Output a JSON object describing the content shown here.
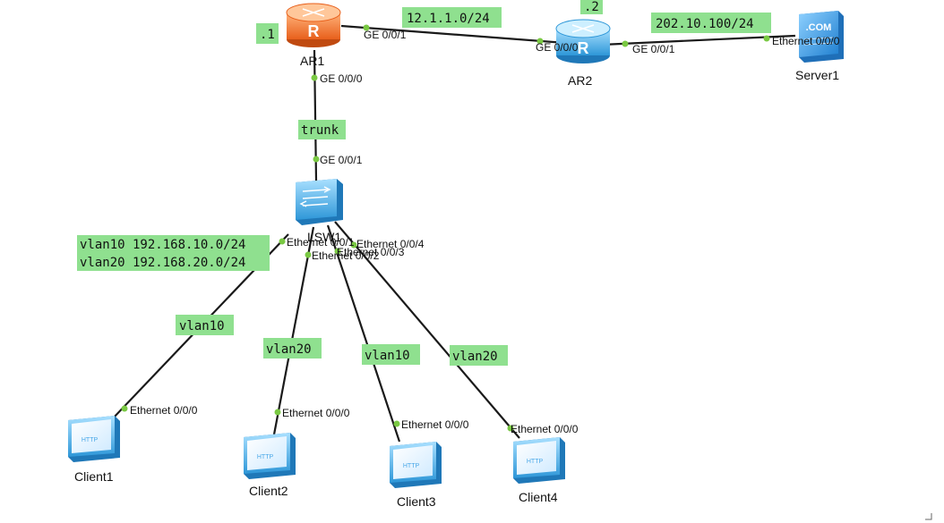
{
  "devices": {
    "ar1": {
      "name": "AR1",
      "addr": ".1",
      "label": "R"
    },
    "ar2": {
      "name": "AR2",
      "addr": ".2",
      "label": "R"
    },
    "server1": {
      "name": "Server1",
      "label": ".COM"
    },
    "lsw1": {
      "name": "LSW1"
    },
    "client1": {
      "name": "Client1",
      "label": "HTTP"
    },
    "client2": {
      "name": "Client2",
      "label": "HTTP"
    },
    "client3": {
      "name": "Client3",
      "label": "HTTP"
    },
    "client4": {
      "name": "Client4",
      "label": "HTTP"
    }
  },
  "ports": {
    "ar1_ge001": "GE 0/0/1",
    "ar1_ge000": "GE 0/0/0",
    "ar2_ge000": "GE 0/0/0",
    "ar2_ge001": "GE 0/0/1",
    "server1_eth": "Ethernet 0/0/0",
    "lsw1_ge001": "GE 0/0/1",
    "lsw1_e1": "Ethernet 0/0/1",
    "lsw1_e2": "Ethernet 0/0/2",
    "lsw1_e3": "Ethernet 0/0/3",
    "lsw1_e4": "Ethernet 0/0/4",
    "client1_eth": "Ethernet 0/0/0",
    "client2_eth": "Ethernet 0/0/0",
    "client3_eth": "Ethernet 0/0/0",
    "client4_eth": "Ethernet 0/0/0"
  },
  "notes": {
    "net_ar1_ar2": "12.1.1.0/24",
    "net_ar2_server": "202.10.100/24",
    "trunk": "trunk",
    "vlan10_net": "vlan10 192.168.10.0/24",
    "vlan20_net": "vlan20 192.168.20.0/24",
    "link1_vlan": "vlan10",
    "link2_vlan": "vlan20",
    "link3_vlan": "vlan10",
    "link4_vlan": "vlan20"
  },
  "colors": {
    "ar1": "#f47a35",
    "ar2": "#4ab3ea",
    "switch": "#4ab3ea",
    "server": "#3f9be0",
    "client": "#4aa8e8",
    "note_bg": "#8fe08f",
    "link_dot": "#7ac943"
  },
  "icons": {
    "router": "router-icon",
    "switch": "switch-icon",
    "server": "server-icon",
    "client": "client-pc-icon"
  }
}
